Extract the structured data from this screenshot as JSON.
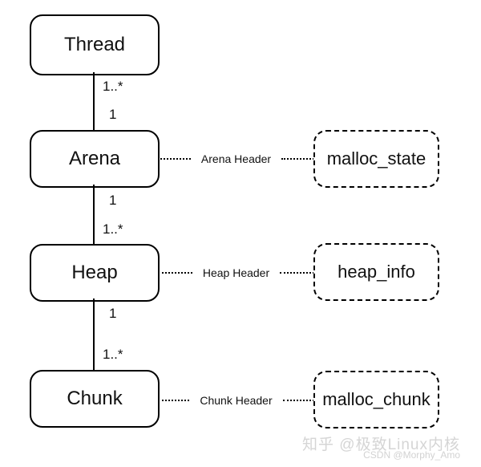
{
  "nodes": {
    "thread": {
      "label": "Thread"
    },
    "arena": {
      "label": "Arena"
    },
    "heap": {
      "label": "Heap"
    },
    "chunk": {
      "label": "Chunk"
    }
  },
  "structs": {
    "malloc_state": {
      "label": "malloc_state"
    },
    "heap_info": {
      "label": "heap_info"
    },
    "malloc_chunk": {
      "label": "malloc_chunk"
    }
  },
  "edges": {
    "thread_arena": {
      "upper": "1..*",
      "lower": "1"
    },
    "arena_heap": {
      "upper": "1",
      "lower": "1..*"
    },
    "heap_chunk": {
      "upper": "1",
      "lower": "1..*"
    }
  },
  "connectors": {
    "arena": {
      "label": "Arena Header"
    },
    "heap": {
      "label": "Heap Header"
    },
    "chunk": {
      "label": "Chunk Header"
    }
  },
  "watermark": {
    "line1": "知乎 @极致Linux内核",
    "line2": "CSDN @Morphy_Amo"
  },
  "colors": {
    "stroke": "#000000",
    "background": "#ffffff",
    "watermark": "#d5d5d5"
  }
}
